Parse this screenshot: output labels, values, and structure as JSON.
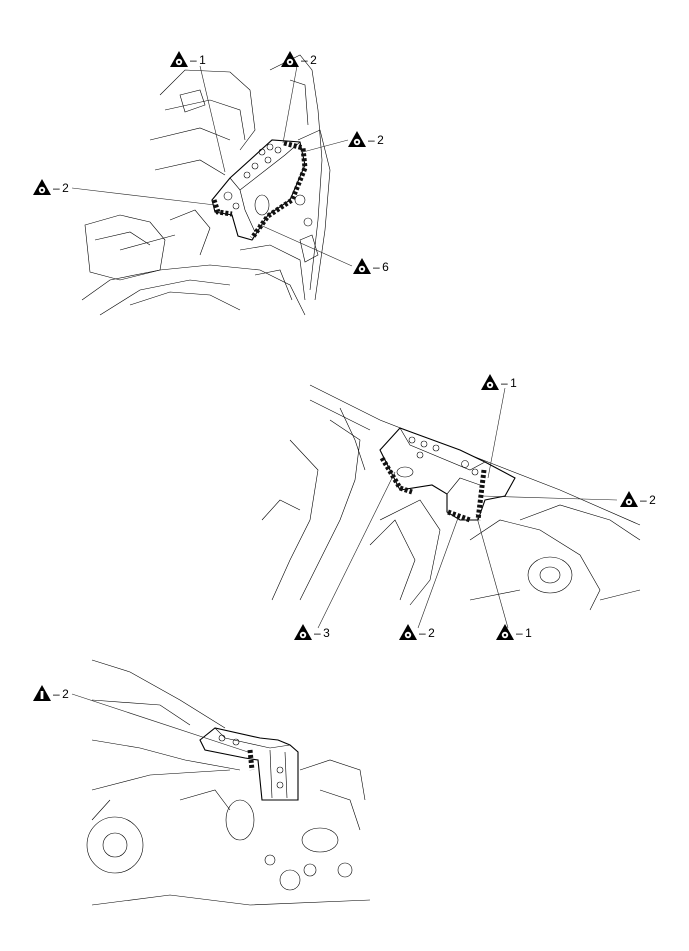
{
  "callouts": [
    {
      "id": "p1-a",
      "kind": "spot-weld",
      "count": "1"
    },
    {
      "id": "p1-b",
      "kind": "spot-weld",
      "count": "2"
    },
    {
      "id": "p1-c",
      "kind": "spot-weld",
      "count": "2"
    },
    {
      "id": "p1-d",
      "kind": "spot-weld",
      "count": "2"
    },
    {
      "id": "p1-e",
      "kind": "spot-weld",
      "count": "6"
    },
    {
      "id": "p2-a",
      "kind": "spot-weld",
      "count": "1"
    },
    {
      "id": "p2-b",
      "kind": "spot-weld",
      "count": "2"
    },
    {
      "id": "p2-c",
      "kind": "spot-weld",
      "count": "3"
    },
    {
      "id": "p2-d",
      "kind": "spot-weld",
      "count": "2"
    },
    {
      "id": "p2-e",
      "kind": "spot-weld",
      "count": "1"
    },
    {
      "id": "p3-a",
      "kind": "plug-weld",
      "count": "2"
    }
  ],
  "dash": "–",
  "icons": {
    "spot-weld": "triangle-circle-icon",
    "plug-weld": "triangle-bar-icon"
  },
  "colors": {
    "line": "#000000",
    "background": "#ffffff",
    "weld": "#111111"
  }
}
